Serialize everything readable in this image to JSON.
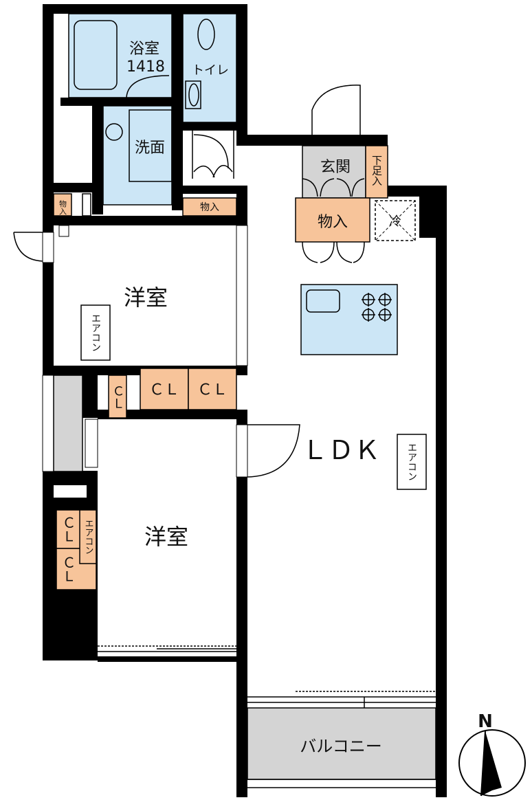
{
  "rooms": {
    "bath": "浴室",
    "bath_size": "1418",
    "toilet": "トイレ",
    "washroom": "洗面",
    "storage_small_left": "物入",
    "storage_hall": "物入",
    "entrance": "玄関",
    "shoe_storage": "下足入",
    "storage_kitchen": "物入",
    "fridge": "冷",
    "western_room_1": "洋室",
    "western_room_2": "洋室",
    "ldk": "ＬＤＫ",
    "balcony": "バルコニー",
    "closet_a": "ＣＬ",
    "closet_b": "ＣＬ",
    "closet_c": "ＣＬ",
    "closet_d": "ＣＬ",
    "closet_e": "ＣＬ"
  },
  "fixtures": {
    "aircon_1": "エアコン",
    "aircon_2": "エアコン",
    "aircon_3": "エアコン"
  },
  "compass": {
    "north": "N"
  },
  "colors": {
    "wall": "#000000",
    "wet_area": "#cce6f6",
    "storage": "#f7c49a",
    "entrance": "#d4d4d4",
    "balcony": "#d4d4d4",
    "floor": "#ffffff"
  }
}
